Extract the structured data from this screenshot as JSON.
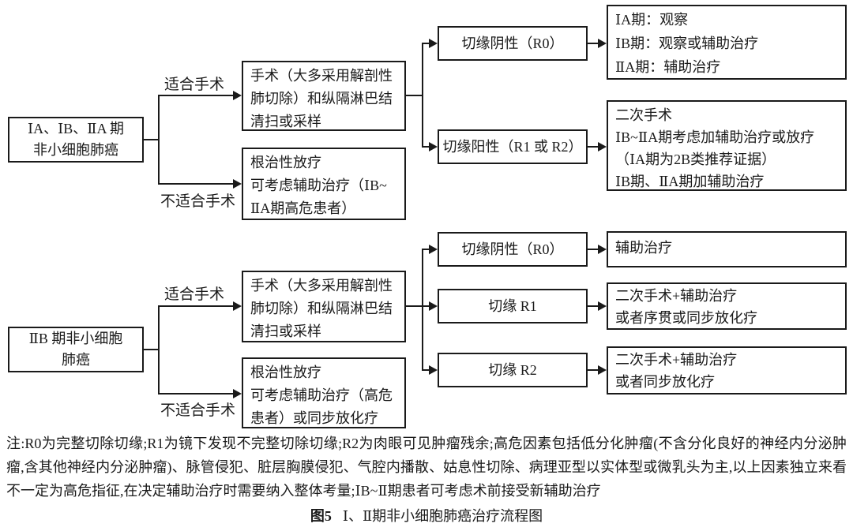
{
  "top_flow": {
    "root": "ⅠA、ⅠB、ⅡA 期\n非小细胞肺癌",
    "fit_label": "适合手术",
    "unfit_label": "不适合手术",
    "surgery": "手术（大多采用解剖性\n肺切除）和纵隔淋巴结\n清扫或采样",
    "radiotherapy": "根治性放疗\n可考虑辅助治疗（ⅠB~\nⅡA期高危患者）",
    "margin_negative": "切缘阴性（R0）",
    "margin_positive": "切缘阳性（R1 或 R2）",
    "outcome_negative": "ⅠA期：观察\nⅠB期：观察或辅助治疗\nⅡA期：辅助治疗",
    "outcome_positive": "二次手术\nⅠB~ⅡA期考虑加辅助治疗或放疗\n（ⅠA期为2B类推荐证据）\nⅠB期、ⅡA期加辅助治疗"
  },
  "bottom_flow": {
    "root": "ⅡB 期非小细胞\n肺癌",
    "fit_label": "适合手术",
    "unfit_label": "不适合手术",
    "surgery": "手术（大多采用解剖性\n肺切除）和纵隔淋巴结\n清扫或采样",
    "radiotherapy": "根治性放疗\n可考虑辅助治疗（高危\n患者）或同步放化疗",
    "margin_negative": "切缘阴性（R0）",
    "margin_r1": "切缘 R1",
    "margin_r2": "切缘 R2",
    "outcome_negative": "辅助治疗",
    "outcome_r1": "二次手术+辅助治疗\n或者序贯或同步放化疗",
    "outcome_r2": "二次手术+辅助治疗\n或者同步放化疗"
  },
  "note": "注:R0为完整切除切缘;R1为镜下发现不完整切除切缘;R2为肉眼可见肿瘤残余;高危因素包括低分化肿瘤(不含分化良好的神经内分泌肿瘤,含其他神经内分泌肿瘤)、脉管侵犯、脏层胸膜侵犯、气腔内播散、姑息性切除、病理亚型以实体型或微乳头为主,以上因素独立来看不一定为高危指征,在决定辅助治疗时需要纳入整体考量;ⅠB~Ⅱ期患者可考虑术前接受新辅助治疗",
  "caption": {
    "label": "图5",
    "text": "Ⅰ、Ⅱ期非小细胞肺癌治疗流程图"
  },
  "colors": {
    "ink": "#1a1a1a",
    "background": "#ffffff"
  }
}
